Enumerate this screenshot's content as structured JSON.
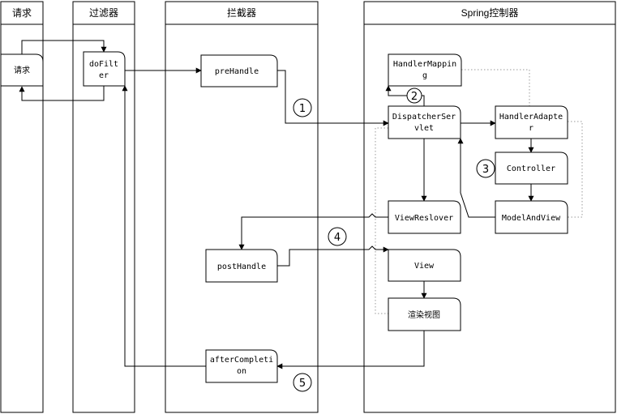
{
  "lanes": {
    "request": "请求",
    "filter": "过滤器",
    "interceptor": "拦截器",
    "spring": "Spring控制器"
  },
  "nodes": {
    "request": [
      "请求"
    ],
    "dofilter": [
      "doFilt",
      "er"
    ],
    "prehandle": [
      "preHandle"
    ],
    "handlermapping": [
      "HandlerMappin",
      "g"
    ],
    "dispatcher": [
      "DispatcherSer",
      "vlet"
    ],
    "handleradapter": [
      "HandlerAdapte",
      "r"
    ],
    "controller": [
      "Controller"
    ],
    "modelandview": [
      "ModelAndView"
    ],
    "viewresolver": [
      "ViewReslover"
    ],
    "posthandle": [
      "postHandle"
    ],
    "view": [
      "View"
    ],
    "render": [
      "渲染视图"
    ],
    "aftercompletion": [
      "afterCompleti",
      "on"
    ]
  },
  "steps": [
    "1",
    "2",
    "3",
    "4",
    "5"
  ]
}
